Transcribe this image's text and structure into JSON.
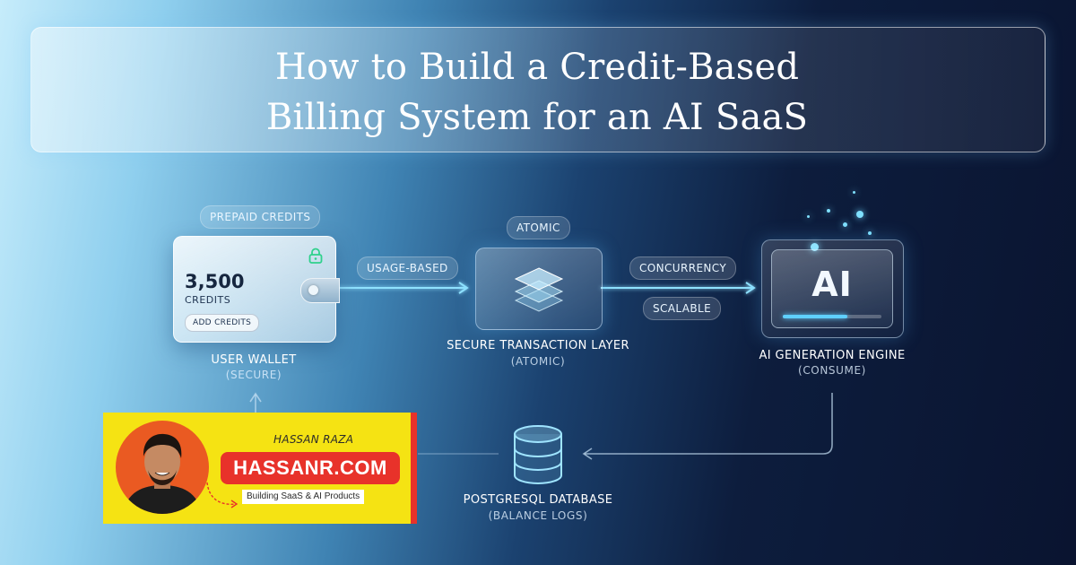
{
  "title": {
    "line1": "How to Build a Credit-Based",
    "line2": "Billing System for an AI SaaS"
  },
  "wallet": {
    "tag": "PREPAID CREDITS",
    "amount": "3,500",
    "unit": "CREDITS",
    "button": "ADD CREDITS",
    "label": "USER WALLET",
    "sublabel": "(SECURE)",
    "icon": "lock-icon"
  },
  "edges": {
    "wallet_to_layer": "USAGE-BASED",
    "layer_to_ai_top": "CONCURRENCY",
    "layer_to_ai_bottom": "SCALABLE"
  },
  "transaction_layer": {
    "tag": "ATOMIC",
    "label": "SECURE TRANSACTION LAYER",
    "sublabel": "(ATOMIC)",
    "icon": "layers-icon"
  },
  "ai_engine": {
    "screen_text": "AI",
    "progress": 0.65,
    "label": "AI GENERATION ENGINE",
    "sublabel": "(CONSUME)"
  },
  "database": {
    "label": "POSTGRESQL DATABASE",
    "sublabel": "(BALANCE LOGS)",
    "icon": "database-icon"
  },
  "author": {
    "name": "HASSAN RAZA",
    "site": "HASSANR.COM",
    "tagline": "Building SaaS & AI Products"
  },
  "colors": {
    "accent_glow": "#5fd0ff",
    "badge_yellow": "#f5e313",
    "badge_red": "#e8322a"
  }
}
